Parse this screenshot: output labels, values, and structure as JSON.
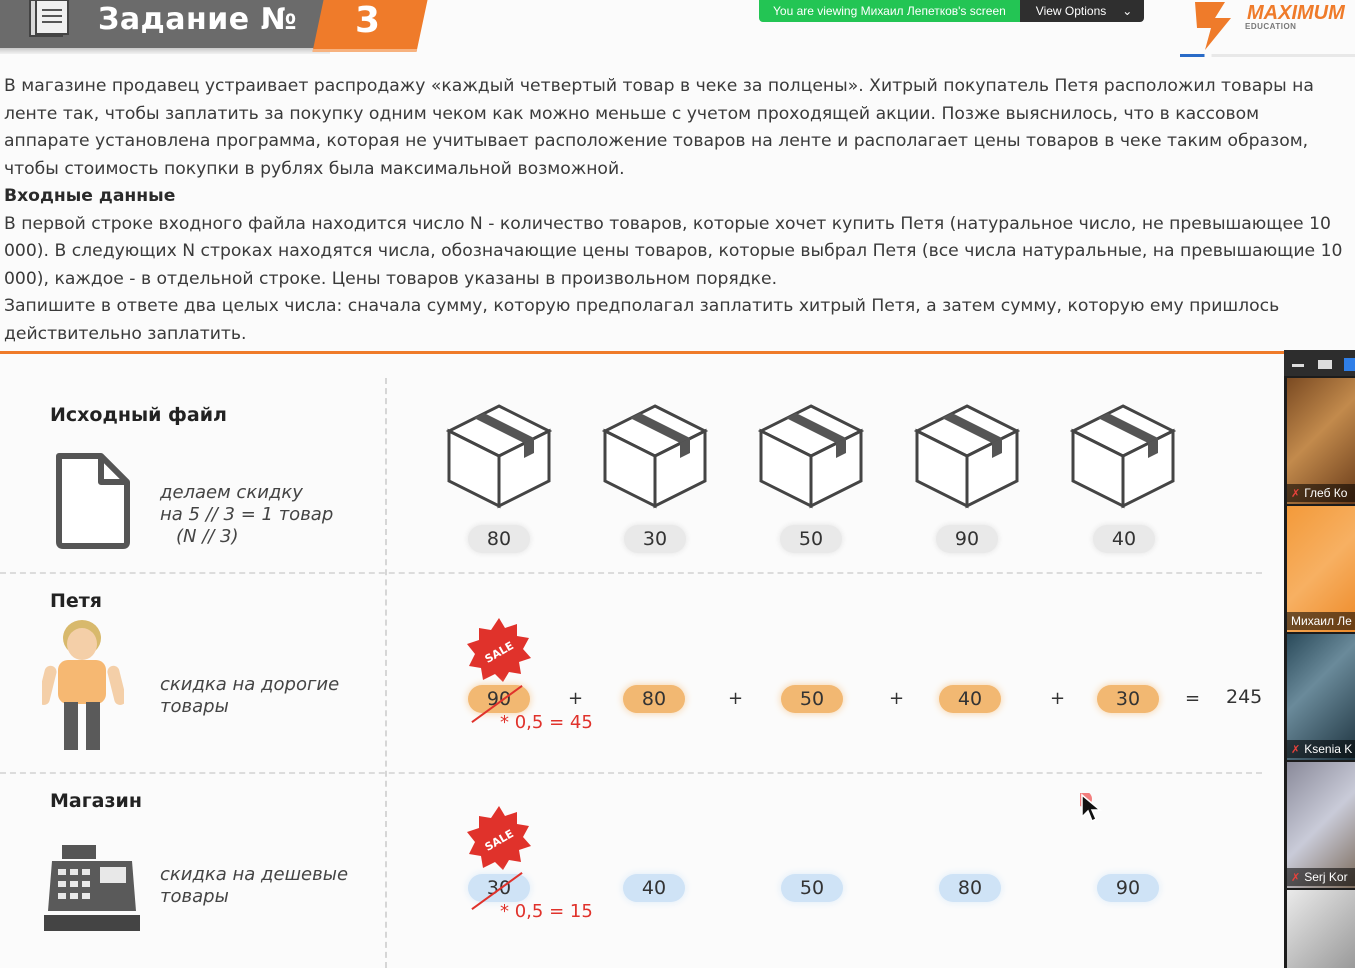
{
  "header": {
    "title": "Задание №",
    "number": "3"
  },
  "share_bar": {
    "viewing": "You are viewing Михаил Лепетков's screen",
    "options": "View Options",
    "options_chevron": "⌄"
  },
  "logo": {
    "main": "MAXIMUM",
    "sub": "EDUCATION"
  },
  "problem": {
    "paragraph1": "В магазине продавец устраивает распродажу «каждый четвертый товар в чеке за полцены». Хитрый покупатель Петя расположил товары на ленте так, чтобы заплатить за покупку одним чеком как можно меньше с учетом проходящей акции. Позже выяснилось, что в кассовом аппарате установлена программа, которая не учитывает расположение товаров на ленте и располагает цены товаров в чеке таким образом, чтобы стоимость покупки в рублях была максимальной возможной.",
    "input_heading": "Входные данные",
    "paragraph2": "В первой строке входного файла находится число N - количество товаров, которые хочет купить Петя (натуральное число, не превышающее 10 000). В следующих N строках находятся числа, обозначающие цены товаров, которые выбрал Петя (все числа натуральные, на превышающие 10 000), каждое - в отдельной строке. Цены товаров указаны в произвольном порядке.",
    "paragraph3": "Запишите в ответе два целых числа: сначала сумму, которую предполагал заплатить хитрый Петя, а затем сумму, которую ему пришлось действительно заплатить."
  },
  "rows": {
    "source": {
      "title": "Исходный файл",
      "note1": "делаем скидку",
      "note2": "на 5 // 3 = 1 товар",
      "note3": "(N // 3)",
      "prices": [
        "80",
        "30",
        "50",
        "90",
        "40"
      ]
    },
    "petya": {
      "title": "Петя",
      "note1": "скидка на дорогие",
      "note2": "товары",
      "prices": [
        "90",
        "80",
        "50",
        "40",
        "30"
      ],
      "discount": "* 0,5 = 45",
      "plus": "+",
      "equals": "=",
      "total": "245"
    },
    "shop": {
      "title": "Магазин",
      "note1": "скидка на дешевые",
      "note2": "товары",
      "prices": [
        "30",
        "40",
        "50",
        "80",
        "90"
      ],
      "discount": "* 0,5 = 15"
    }
  },
  "sale_label": "SALE",
  "participants": [
    {
      "name": "Глеб Ко"
    },
    {
      "name": "Михаил Ле"
    },
    {
      "name": "Ksenia K"
    },
    {
      "name": "Serj Kor"
    }
  ],
  "colors": {
    "accent": "#ef7b2a",
    "orange_pill": "#f2b872",
    "blue_pill": "#cfe3f6",
    "sale_red": "#e0322b",
    "share_green": "#23c554"
  }
}
